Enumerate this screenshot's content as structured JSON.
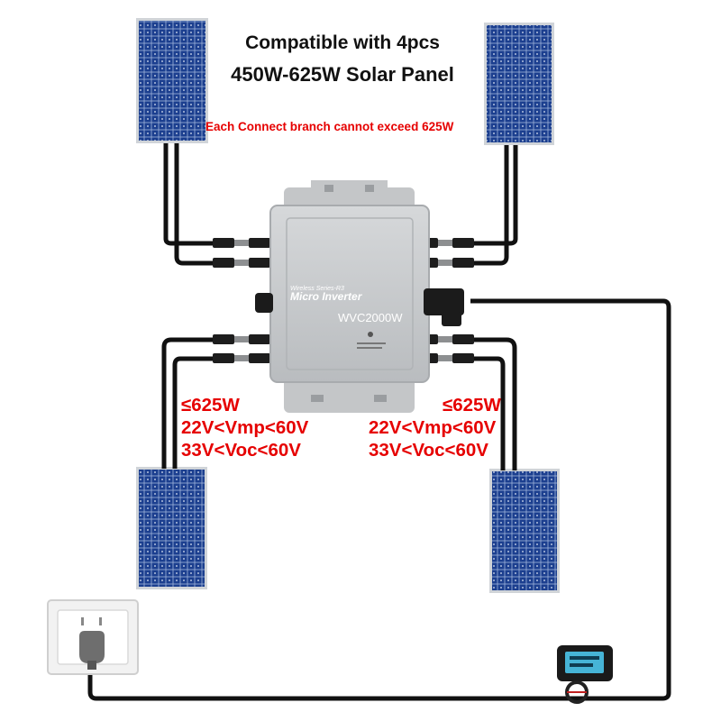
{
  "header": {
    "line1": "Compatible with 4pcs",
    "line2": "450W-625W Solar Panel"
  },
  "warning": "Each Connect branch cannot exceed 625W",
  "inverter": {
    "series": "Wireless Series-R3",
    "name": "Micro Inverter",
    "model": "WVC2000W"
  },
  "specs": {
    "left": {
      "power": "≤625W",
      "vmp": "22V<Vmp<60V",
      "voc": "33V<Voc<60V"
    },
    "right": {
      "power": "≤625W",
      "vmp": "22V<Vmp<60V",
      "voc": "33V<Voc<60V"
    }
  },
  "colors": {
    "panel_cell": "#1c3f8f",
    "panel_frame": "#c8ccd2",
    "inverter_body": "#c9cbcd",
    "cable": "#111111",
    "warning_text": "#e60000"
  }
}
